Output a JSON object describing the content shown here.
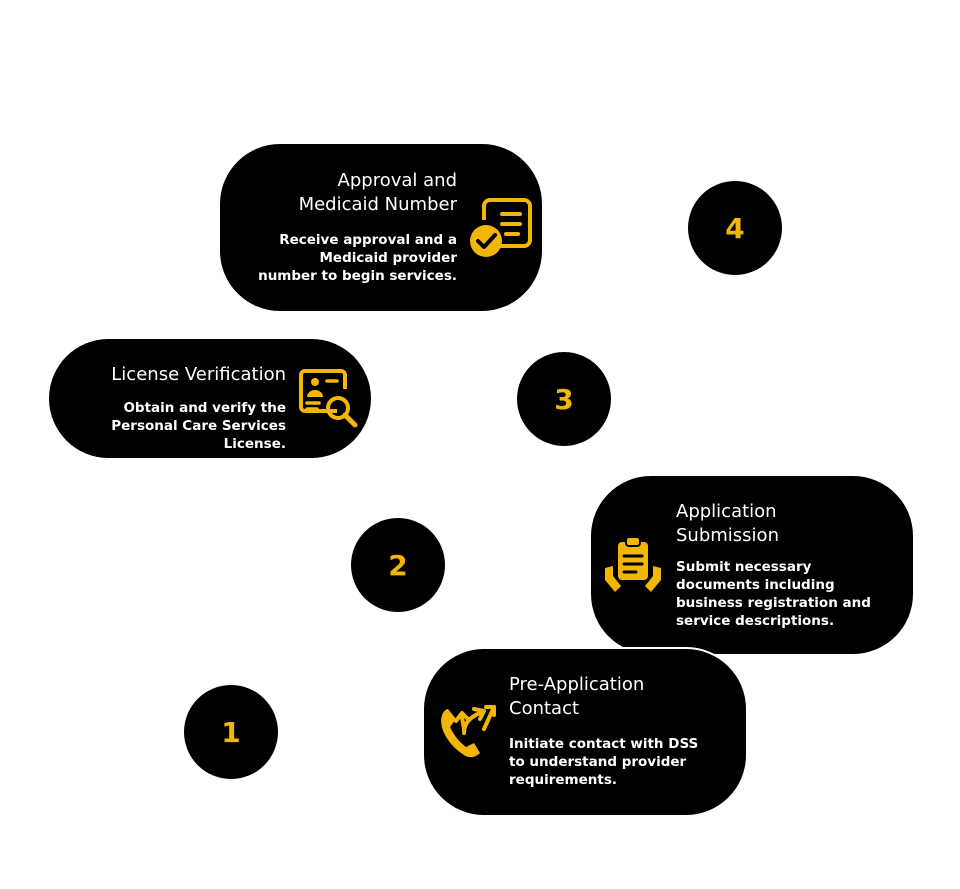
{
  "steps": [
    {
      "number": "1",
      "title": "Pre-Application Contact",
      "description": "Initiate contact with DSS to understand provider requirements.",
      "icon": "phone-call-icon"
    },
    {
      "number": "2",
      "title": "Application Submission",
      "description": "Submit necessary documents including business registration and service descriptions.",
      "icon": "clipboard-in-hands-icon"
    },
    {
      "number": "3",
      "title": "License Verification",
      "description": "Obtain and verify the Personal Care Services License.",
      "icon": "document-search-icon"
    },
    {
      "number": "4",
      "title": "Approval and Medicaid Number",
      "description": "Receive approval and a Medicaid provider number to begin services.",
      "icon": "document-check-icon"
    }
  ],
  "colors": {
    "accent": "#f2b705",
    "card": "#000000",
    "text": "#ffffff"
  }
}
